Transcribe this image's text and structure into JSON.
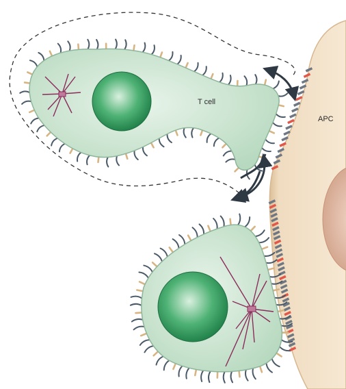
{
  "labels": {
    "t_cell": "T cell",
    "apc": "APC"
  },
  "colors": {
    "cell_fill": "#c9e3cf",
    "cell_stroke": "#8fb59a",
    "nucleus": "#2f9a5c",
    "apc_fill": "#f1ddc1",
    "apc_stroke": "#d6b78f",
    "apc_nucleus": "#d9a98f",
    "microvilli": "#4b5a68",
    "receptor_tan": "#d8b483",
    "receptor_red": "#e0584a",
    "receptor_gray": "#6f7882",
    "mtoc": "#8a2c5a",
    "dashed_outline": "#333333",
    "arrow": "#2e3944"
  },
  "icons": [
    "bidirectional-curved-arrow",
    "mtoc-centrosome-icon"
  ]
}
